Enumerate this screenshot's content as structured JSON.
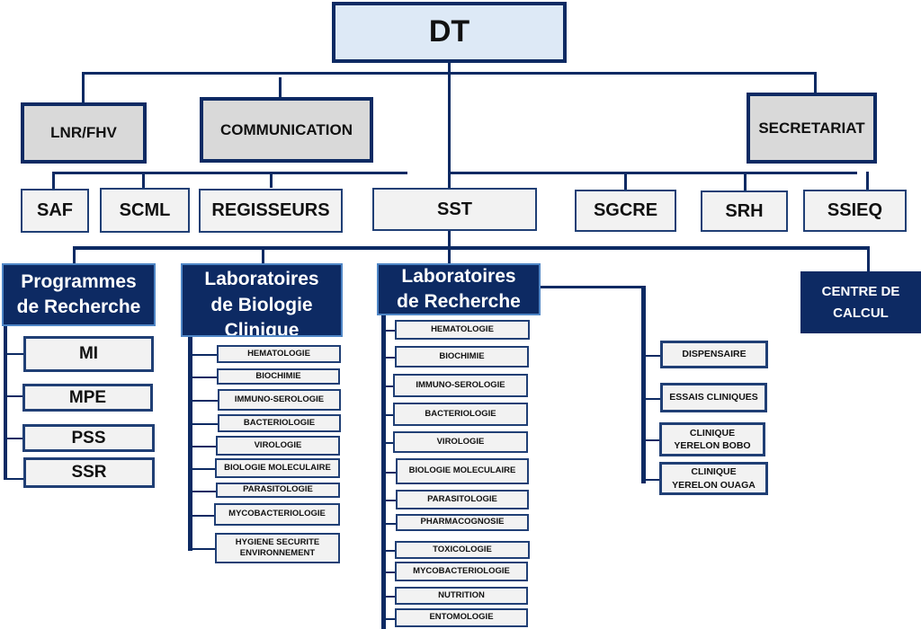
{
  "chart": {
    "root": "DT",
    "staff_units": [
      {
        "label": "LNR/FHV"
      },
      {
        "label": "COMMUNICATION"
      },
      {
        "label": "SECRETARIAT"
      }
    ],
    "services": [
      {
        "label": "SAF"
      },
      {
        "label": "SCML"
      },
      {
        "label": "REGISSEURS"
      },
      {
        "label": "SST"
      },
      {
        "label": "SGCRE"
      },
      {
        "label": "SRH"
      },
      {
        "label": "SSIEQ"
      }
    ],
    "departments": {
      "programmes": {
        "label": "Programmes de Recherche",
        "items": [
          "MI",
          "MPE",
          "PSS",
          "SSR"
        ]
      },
      "lab_bio_clinique": {
        "label": "Laboratoires de Biologie Clinique",
        "items": [
          "HEMATOLOGIE",
          "BIOCHIMIE",
          "IMMUNO-SEROLOGIE",
          "BACTERIOLOGIE",
          "VIROLOGIE",
          "BIOLOGIE MOLECULAIRE",
          "PARASITOLOGIE",
          "MYCOBACTERIOLOGIE",
          "HYGIENE SECURITE ENVIRONNEMENT"
        ]
      },
      "lab_recherche": {
        "label": "Laboratoires de Recherche",
        "items": [
          "HEMATOLOGIE",
          "BIOCHIMIE",
          "IMMUNO-SEROLOGIE",
          "BACTERIOLOGIE",
          "VIROLOGIE",
          "BIOLOGIE MOLECULAIRE",
          "PARASITOLOGIE",
          "PHARMACOGNOSIE",
          "TOXICOLOGIE",
          "MYCOBACTERIOLOGIE",
          "NUTRITION",
          "ENTOMOLOGIE"
        ]
      },
      "clinical": {
        "items": [
          "DISPENSAIRE",
          "ESSAIS CLINIQUES",
          "CLINIQUE YERELON BOBO",
          "CLINIQUE YERELON OUAGA"
        ]
      },
      "centre_calcul": {
        "label": "CENTRE DE CALCUL"
      }
    },
    "colors": {
      "line": "#0d2a63",
      "dept_fill": "#0d2a63",
      "root_fill": "#dde9f6",
      "staff_fill": "#d9d9d9",
      "unit_fill": "#f2f2f2"
    }
  }
}
